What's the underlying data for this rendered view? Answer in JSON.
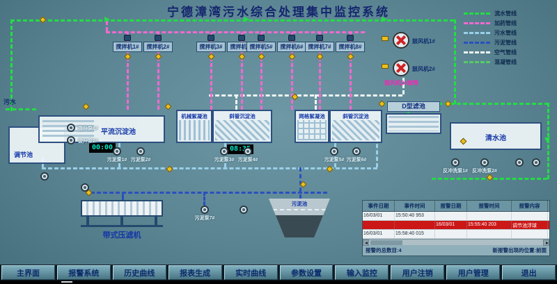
{
  "title": "宁德漳湾污水综合处理集中监控系统",
  "inlet_label": "污水",
  "legend": {
    "items": [
      {
        "label": "流水管线",
        "color": "#22dd44"
      },
      {
        "label": "加药管线",
        "color": "#f06ad0"
      },
      {
        "label": "污水管线",
        "color": "#9ad0e8"
      },
      {
        "label": "污泥管线",
        "color": "#2a50c0"
      },
      {
        "label": "空气管线",
        "color": "#eef6f4"
      },
      {
        "label": "混凝管线",
        "color": "#55cc66"
      }
    ]
  },
  "mixers": [
    "搅拌机1#",
    "搅拌机2#",
    "搅拌机3#",
    "搅拌机4#",
    "搅拌机5#",
    "搅拌机6#",
    "搅拌机7#",
    "搅拌机8#"
  ],
  "blowers": {
    "b1": "鼓风机1#",
    "b2": "鼓风机2#",
    "fault": "鼓风机2#故障"
  },
  "tanks": {
    "tiaojie": "调节池",
    "pingliu": "平流沉淀池",
    "jixie": "机械絮凝池",
    "xieguan1": "斜管沉淀池",
    "wangge": "网格絮凝池",
    "xieguan2": "斜管沉淀池",
    "dxing": "D型滤池",
    "qingshui": "清水池",
    "wuni": "污泥池"
  },
  "belt_press": "带式压滤机",
  "timers": {
    "t1": "00:00",
    "t2": "08:35"
  },
  "pumps": {
    "lift1": "提升泵1#",
    "lift2": "提升泵2#",
    "sludge1": "污泥泵1#",
    "sludge2": "污泥泵2#",
    "sludge3": "污泥泵3#",
    "sludge4": "污泥泵4#",
    "sludge5": "污泥泵5#",
    "sludge6": "污泥泵6#",
    "sludge7": "污泥泵7#",
    "backwash1": "反冲洗泵1#",
    "backwash2": "反冲洗泵2#"
  },
  "alarm_table": {
    "headers": [
      "事件日期",
      "事件时间",
      "报警日期",
      "报警时间",
      "报警内容"
    ],
    "rows": [
      {
        "cells": [
          "16/03/01",
          "15:50:40 953",
          "",
          "",
          ""
        ],
        "alarm": false
      },
      {
        "cells": [
          "",
          "",
          "16/03/01",
          "15:55:40 203",
          "调节池浮球"
        ],
        "alarm": true
      },
      {
        "cells": [
          "16/03/01",
          "15:58:40 015",
          "",
          "",
          ""
        ],
        "alarm": false
      }
    ],
    "total_label": "报警的总数目:4",
    "position_label": "新报警出现的位置:前面"
  },
  "nav": {
    "buttons": [
      "主界面",
      "报警系统",
      "历史曲线",
      "报表生成",
      "实时曲线",
      "参数设置",
      "输入监控",
      "用户注销",
      "用户管理",
      "退出"
    ]
  }
}
